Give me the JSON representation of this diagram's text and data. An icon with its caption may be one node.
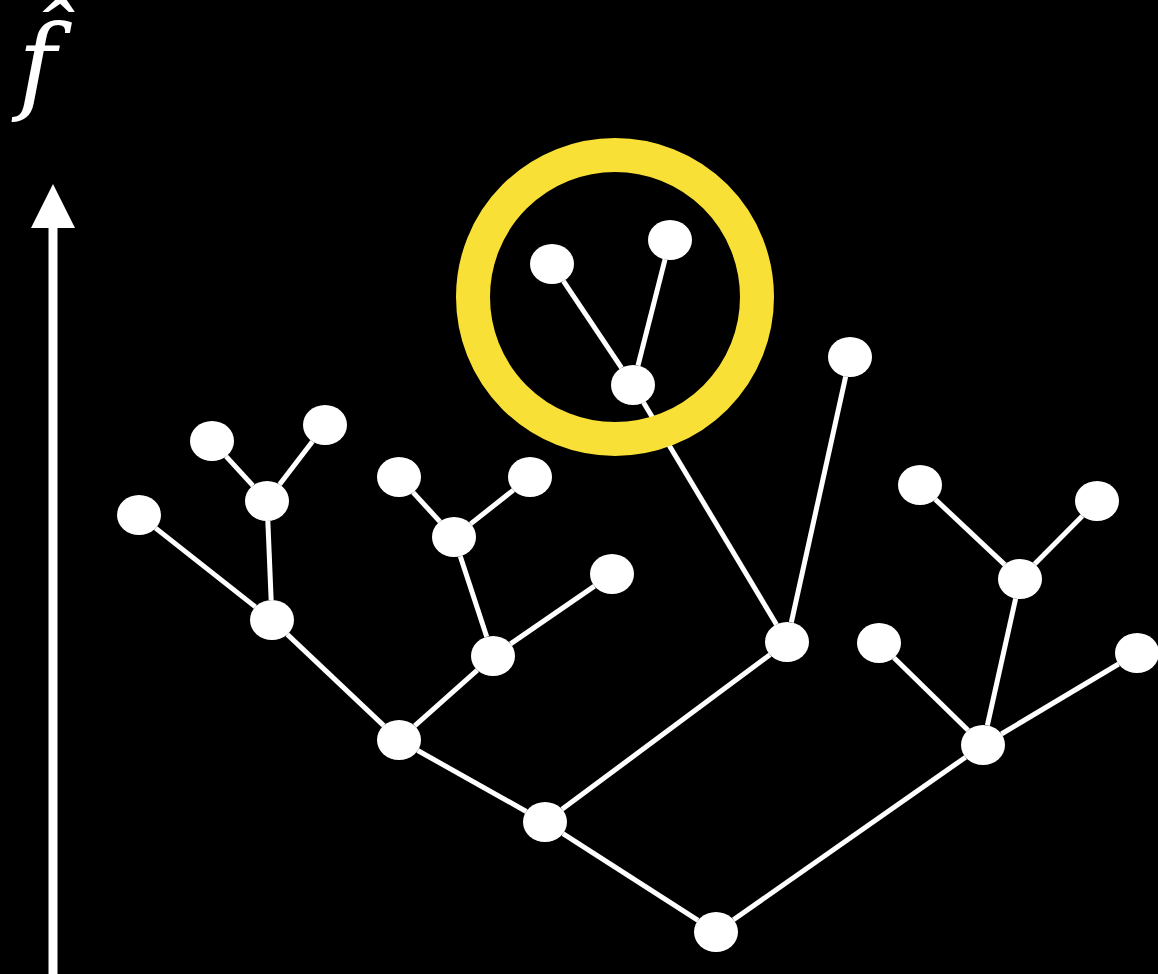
{
  "diagram": {
    "nodes": [
      {
        "text": [],
        "shape": "circle"
      },
      {
        "text": [],
        "shape": "circle"
      },
      {
        "text": [],
        "shape": "circle"
      },
      {
        "text": [],
        "shape": "circle"
      },
      {
        "text": [],
        "shape": "circle"
      },
      {
        "text": [],
        "shape": "circle"
      },
      {
        "text": [],
        "shape": "circle"
      },
      {
        "text": [],
        "shape": "circle"
      },
      {
        "text": [],
        "shape": "circle"
      },
      {
        "text": [],
        "shape": "circle"
      },
      {
        "text": [],
        "shape": "circle"
      },
      {
        "text": [],
        "shape": "circle"
      },
      {
        "text": [],
        "shape": "circle"
      },
      {
        "text": [],
        "shape": "circle"
      },
      {
        "text": [],
        "shape": "circle"
      },
      {
        "text": [],
        "shape": "circle",
        "in": 0
      },
      {
        "text": [],
        "shape": "circle",
        "in": 0
      },
      {
        "text": [],
        "shape": "circle",
        "in": 0
      },
      {
        "text": [],
        "shape": "circle"
      },
      {
        "text": [],
        "shape": "circle"
      },
      {
        "text": [],
        "shape": "circle"
      },
      {
        "text": [],
        "shape": "circle"
      },
      {
        "text": [],
        "shape": "circle"
      },
      {
        "text": [],
        "shape": "circle"
      },
      {
        "text": [],
        "shape": "circle"
      }
    ],
    "edges": [
      {
        "from": 1,
        "to": 2,
        "arrow": "none"
      },
      {
        "from": 2,
        "to": 3,
        "arrow": "none"
      },
      {
        "from": 3,
        "to": 4,
        "arrow": "none"
      },
      {
        "from": 4,
        "to": 5,
        "arrow": "none"
      },
      {
        "from": 4,
        "to": 6,
        "arrow": "none"
      },
      {
        "from": 6,
        "to": 7,
        "arrow": "none"
      },
      {
        "from": 6,
        "to": 8,
        "arrow": "none"
      },
      {
        "from": 3,
        "to": 9,
        "arrow": "none"
      },
      {
        "from": 9,
        "to": 10,
        "arrow": "none"
      },
      {
        "from": 10,
        "to": 11,
        "arrow": "none"
      },
      {
        "from": 10,
        "to": 12,
        "arrow": "none"
      },
      {
        "from": 9,
        "to": 13,
        "arrow": "none"
      },
      {
        "from": 2,
        "to": 14,
        "arrow": "none"
      },
      {
        "from": 14,
        "to": 15,
        "arrow": "none"
      },
      {
        "from": 15,
        "to": 16,
        "arrow": "none"
      },
      {
        "from": 15,
        "to": 17,
        "arrow": "none"
      },
      {
        "from": 14,
        "to": 18,
        "arrow": "none"
      },
      {
        "from": 1,
        "to": 19,
        "arrow": "none"
      },
      {
        "from": 19,
        "to": 20,
        "arrow": "none"
      },
      {
        "from": 19,
        "to": 21,
        "arrow": "none"
      },
      {
        "from": 21,
        "to": 22,
        "arrow": "none"
      },
      {
        "from": 21,
        "to": 23,
        "arrow": "none"
      },
      {
        "from": 19,
        "to": 24,
        "arrow": "none"
      }
    ],
    "labels": [
      "f̂"
    ]
  }
}
